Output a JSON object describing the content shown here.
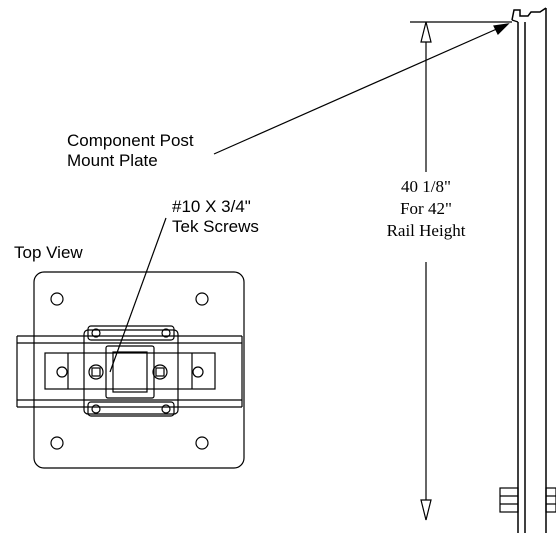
{
  "callouts": {
    "mount_plate": [
      "Component Post",
      "Mount Plate"
    ],
    "screws": [
      "#10 X 3/4\"",
      "Tek Screws"
    ],
    "top_view": "Top View"
  },
  "dimension": {
    "value": "40 1/8\"",
    "qualifier": "For 42\"",
    "subject": "Rail Height"
  },
  "colors": {
    "line": "#000000",
    "background": "#ffffff"
  }
}
